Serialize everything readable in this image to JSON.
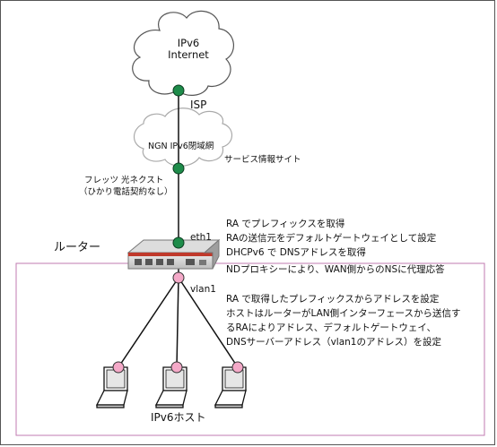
{
  "internet": {
    "line1": "IPv6",
    "line2": "Internet"
  },
  "isp_label": "ISP",
  "ngn_label": "NGN IPv6閉域網",
  "service_site_label": "サービス情報サイト",
  "flets": {
    "line1": "フレッツ 光ネクスト",
    "line2": "（ひかり電話契約なし）"
  },
  "eth1_label": "eth1",
  "router_label": "ルーター",
  "router_notes": [
    "RA でプレフィックスを取得",
    "RAの送信元をデフォルトゲートウェイとして設定",
    "DHCPv6 で DNSアドレスを取得"
  ],
  "nd_proxy_note": "NDプロキシーにより、WAN側からのNSに代理応答",
  "vlan1_label": "vlan1",
  "lan_notes": [
    "RA で取得したプレフィックスからアドレスを設定",
    "ホストはルーターがLAN側インターフェースから送信す",
    "るRAによりアドレス、デフォルトゲートウェイ、",
    "DNSサーバーアドレス（vlan1のアドレス）を設定"
  ],
  "hosts_label": "IPv6ホスト",
  "colors": {
    "wan_node": "#1e8c4a",
    "lan_node": "#f4a9c8",
    "lan_border": "#c27bb0",
    "router_red": "#c0392b",
    "cloud_stroke": "#555555"
  },
  "icons": [
    "cloud-icon",
    "router-icon",
    "laptop-icon"
  ]
}
